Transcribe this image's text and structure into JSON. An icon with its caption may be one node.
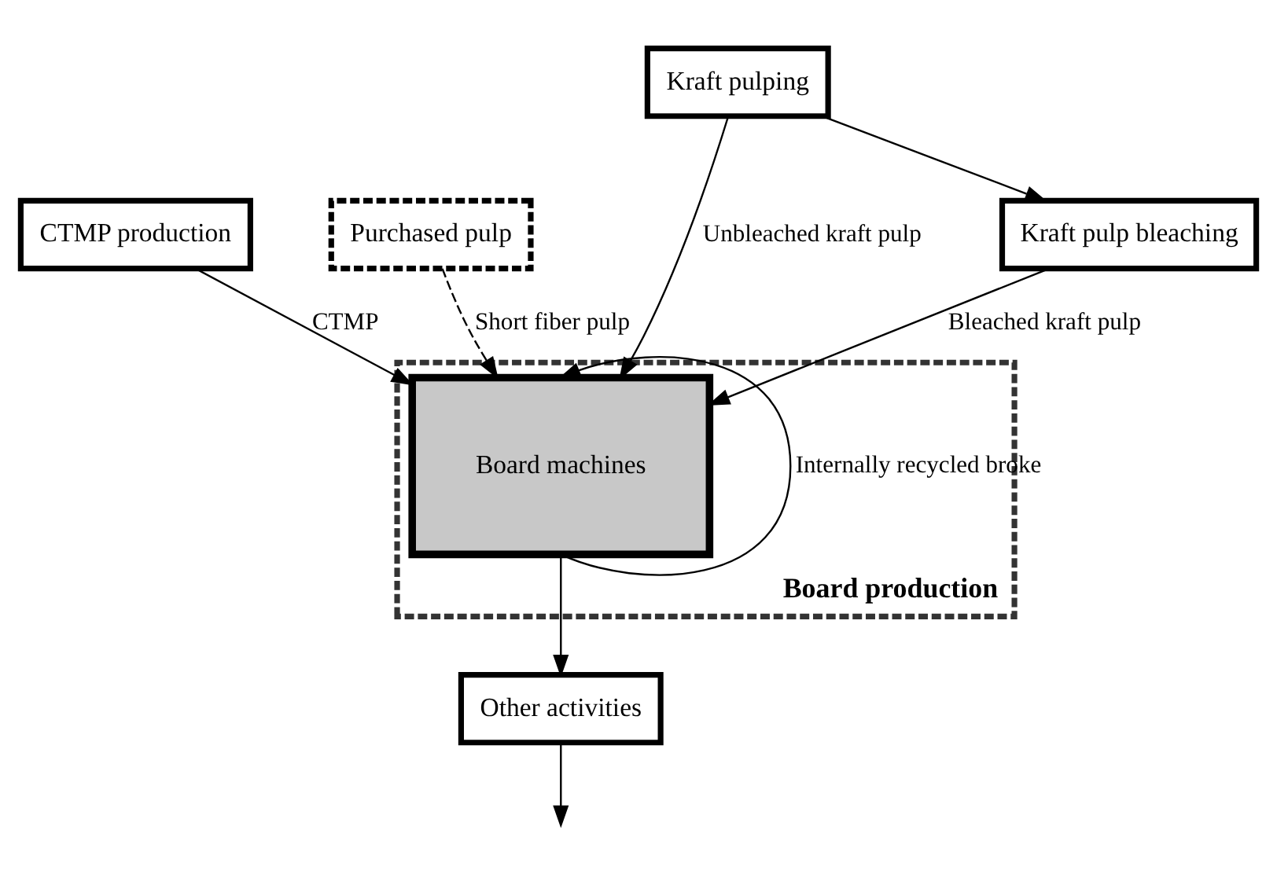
{
  "diagram": {
    "nodes": [
      {
        "text": [
          "CTMP production"
        ]
      },
      {
        "text": [
          "Purchased pulp"
        ]
      },
      {
        "text": [
          "Kraft pulping"
        ]
      },
      {
        "text": [
          "Board production"
        ]
      },
      {
        "text": [
          "Board machines"
        ],
        "in": 3
      },
      {
        "text": [
          "Kraft pulp bleaching"
        ]
      },
      {
        "text": [
          "Other activities"
        ]
      }
    ],
    "edges": [
      {
        "from": 0,
        "to": 4,
        "arrow": "to",
        "label": "CTMP"
      },
      {
        "from": 1,
        "to": 4,
        "arrow": "to",
        "label": "Short fiber pulp",
        "style": "dashed"
      },
      {
        "from": 2,
        "to": 4,
        "arrow": "to",
        "label": "Unbleached kraft pulp"
      },
      {
        "from": 2,
        "to": 5,
        "arrow": "to"
      },
      {
        "from": 5,
        "to": 4,
        "arrow": "to",
        "label": "Bleached kraft pulp"
      },
      {
        "from": 4,
        "to": 4,
        "arrow": "to",
        "label": "Internally recycled broke"
      },
      {
        "from": 4,
        "to": 6,
        "arrow": "to"
      },
      {
        "from": 6,
        "to": null,
        "arrow": "to"
      }
    ]
  }
}
